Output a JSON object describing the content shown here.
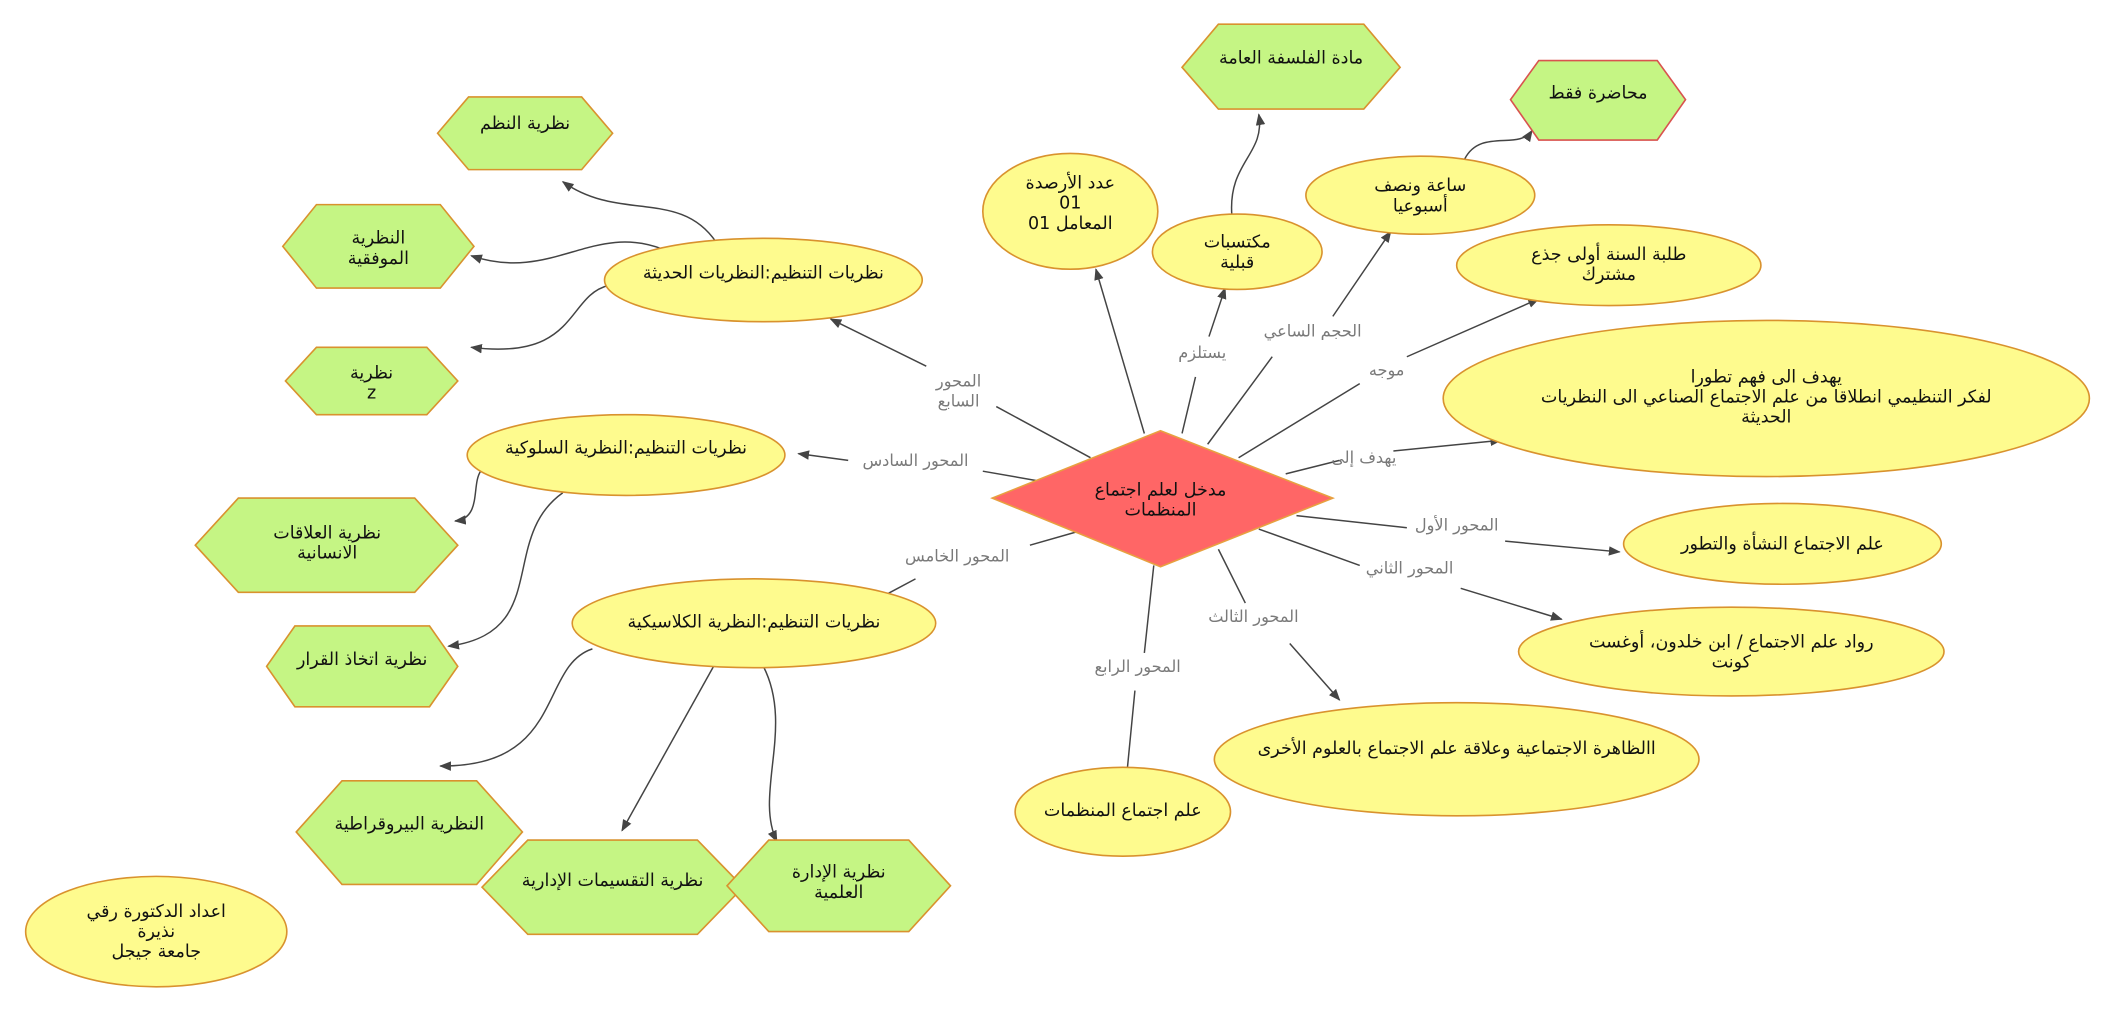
{
  "colors": {
    "center_fill": "#ff6666",
    "ellipse_fill": "#fefb8e",
    "hexagon_fill": "#c5f584",
    "border": "#d9922e",
    "edge_label": "#7a7a7a"
  },
  "center": {
    "lines": [
      "مدخل لعلم اجتماع",
      "المنظمات"
    ]
  },
  "nodes": {
    "credits": {
      "lines": [
        "عدد الأرصدة",
        "01",
        "المعامل 01"
      ]
    },
    "prerequisites": {
      "lines": [
        "مكتسبات",
        "قبلية"
      ]
    },
    "philosophy": {
      "lines": [
        "مادة الفلسفة العامة"
      ]
    },
    "hours": {
      "lines": [
        "ساعة ونصف",
        "أسبوعيا"
      ]
    },
    "lecture_only": {
      "lines": [
        "محاضرة فقط"
      ]
    },
    "students": {
      "lines": [
        "طلبة السنة أولى جذع",
        "مشترك"
      ]
    },
    "goal": {
      "lines": [
        "يهدف الى  فهم تطورا",
        "لفكر التنظيمي انطلاقا من علم الاجتماع الصناعي الى النظريات",
        "الحديثة"
      ]
    },
    "axis1": {
      "lines": [
        "علم الاجتماع النشأة والتطور"
      ]
    },
    "axis2": {
      "lines": [
        "رواد علم الاجتماع / ابن خلدون، أوغست",
        "كونت"
      ]
    },
    "axis3": {
      "lines": [
        "االظاهرة الاجتماعية وعلاقة علم الاجتماع بالعلوم الأخرى"
      ]
    },
    "axis4": {
      "lines": [
        "علم اجتماع المنظمات"
      ]
    },
    "axis5": {
      "lines": [
        "نظريات التنظيم:النظرية الكلاسيكية"
      ]
    },
    "axis6": {
      "lines": [
        "نظريات التنظيم:النظرية السلوكية"
      ]
    },
    "axis7": {
      "lines": [
        "نظريات التنظيم:النظريات الحديثة"
      ]
    },
    "systems": {
      "lines": [
        "نظرية النظم"
      ]
    },
    "contingency": {
      "lines": [
        "النظرية",
        "الموفقية"
      ]
    },
    "theory_z": {
      "lines": [
        "نظرية",
        "z"
      ]
    },
    "human_relations": {
      "lines": [
        "نظرية العلاقات",
        "الانسانية"
      ]
    },
    "decision": {
      "lines": [
        "نظرية اتخاذ القرار"
      ]
    },
    "bureaucracy": {
      "lines": [
        "النظرية البيروقراطية"
      ]
    },
    "admin_divisions": {
      "lines": [
        "نظرية التقسيمات الإدارية"
      ]
    },
    "scientific_mgmt": {
      "lines": [
        "نظرية الإدارة",
        "العلمية"
      ]
    },
    "author": {
      "lines": [
        "اعداد الدكتورة رقي",
        "نذيرة",
        "جامعة جيجل"
      ]
    }
  },
  "edge_labels": {
    "requires": "يستلزم",
    "hours": "الحجم الساعي",
    "directed": "موجه",
    "aims": "يهدف إلى",
    "axis1": "المحور الأول",
    "axis2": "المحور الثاني",
    "axis3": "المحور الثالث",
    "axis4": "المحور الرابع",
    "axis5": "المحور الخامس",
    "axis6": "المحور السادس",
    "axis7": [
      "المحور",
      "السابع"
    ]
  }
}
